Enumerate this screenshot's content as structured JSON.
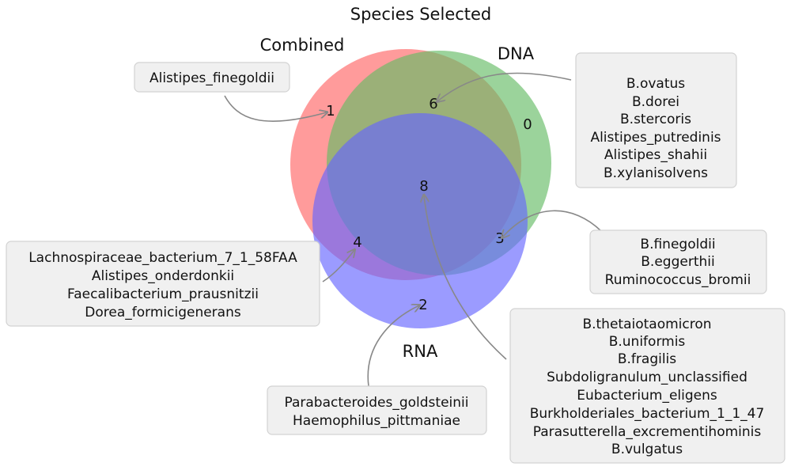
{
  "title": "Species Selected",
  "sets": {
    "combined": {
      "label": "Combined",
      "color": "#ff6666"
    },
    "dna": {
      "label": "DNA",
      "color": "#66bb66"
    },
    "rna": {
      "label": "RNA",
      "color": "#6666ff"
    }
  },
  "regions": {
    "combined_only": {
      "count": "1",
      "species": [
        "Alistipes_finegoldii"
      ]
    },
    "combined_dna": {
      "count": "6",
      "species": [
        "B.ovatus",
        "B.dorei",
        "B.stercoris",
        "Alistipes_putredinis",
        "Alistipes_shahii",
        "B.xylanisolvens"
      ]
    },
    "dna_only": {
      "count": "0"
    },
    "all_three": {
      "count": "8",
      "species": [
        "B.thetaiotaomicron",
        "B.uniformis",
        "B.fragilis",
        "Subdoligranulum_unclassified",
        "Eubacterium_eligens",
        "Burkholderiales_bacterium_1_1_47",
        "Parasutterella_excrementihominis",
        "B.vulgatus"
      ]
    },
    "combined_rna": {
      "count": "4",
      "species": [
        "Lachnospiraceae_bacterium_7_1_58FAA",
        "Alistipes_onderdonkii",
        "Faecalibacterium_prausnitzii",
        "Dorea_formicigenerans"
      ]
    },
    "dna_rna": {
      "count": "3",
      "species": [
        "B.finegoldii",
        "B.eggerthii",
        "Ruminococcus_bromii"
      ]
    },
    "rna_only": {
      "count": "2",
      "species": [
        "Parabacteroides_goldsteinii",
        "Haemophilus_pittmaniae"
      ]
    }
  }
}
